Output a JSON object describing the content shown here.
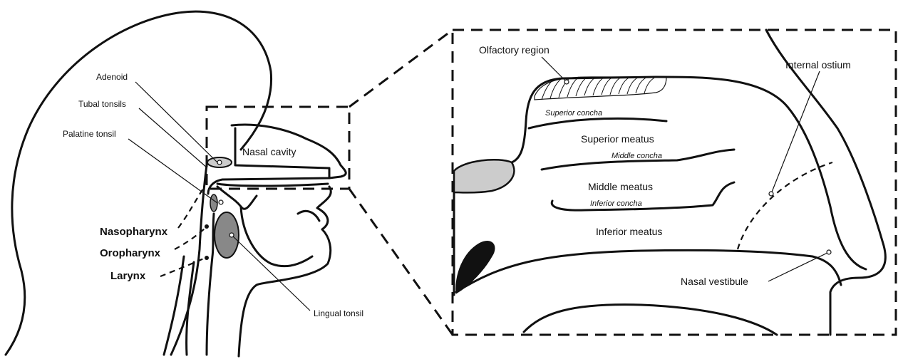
{
  "labels": {
    "adenoid": "Adenoid",
    "tubal_tonsils": "Tubal tonsils",
    "palatine_tonsil": "Palatine tonsil",
    "nasal_cavity": "Nasal cavity",
    "nasopharynx": "Nasopharynx",
    "oropharynx": "Oropharynx",
    "larynx": "Larynx",
    "lingual_tonsil": "Lingual tonsil",
    "olfactory_region": "Olfactory region",
    "internal_ostium": "Internal ostium",
    "superior_concha": "Superior concha",
    "superior_meatus": "Superior meatus",
    "middle_concha": "Middle concha",
    "middle_meatus": "Middle meatus",
    "inferior_concha": "Inferior concha",
    "inferior_meatus": "Inferior meatus",
    "nasal_vestibule": "Nasal vestibule"
  },
  "colors": {
    "tonsil_light": "#cccccc",
    "tonsil_dark": "#888888",
    "outline": "#111111"
  }
}
